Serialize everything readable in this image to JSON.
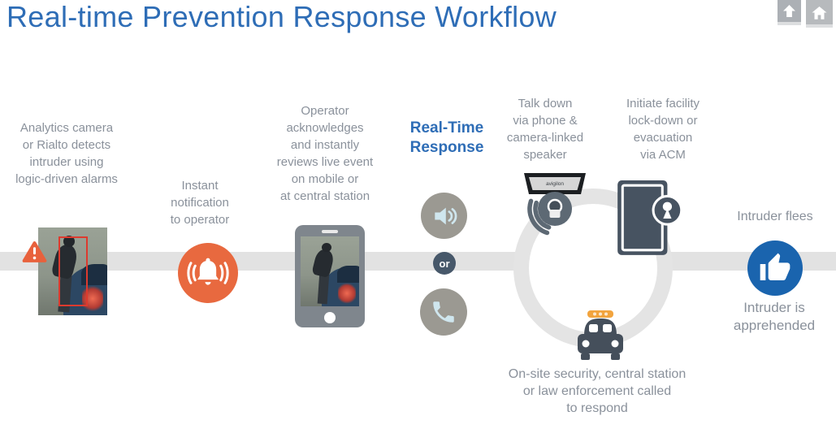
{
  "title": "Real-time Prevention Response Workflow",
  "toolbar": {
    "up_icon": "up-arrow",
    "home_icon": "home"
  },
  "steps": {
    "detect": {
      "text": "Analytics camera\nor Rialto detects\nintruder using\nlogic-driven alarms"
    },
    "notify": {
      "text": "Instant\nnotification\nto operator"
    },
    "review": {
      "text": "Operator\nacknowledges\nand instantly\nreviews live event\non mobile or\nat central station"
    },
    "response": {
      "heading": "Real-Time\nResponse",
      "or_label": "or"
    },
    "actions": {
      "talk_down": "Talk down\nvia phone &\ncamera-linked\nspeaker",
      "lock_down": "Initiate facility\nlock-down or\nevacuation\nvia ACM",
      "dispatch": "On-site security, central station\nor law enforcement called\nto respond"
    },
    "outcome": {
      "flees": "Intruder flees",
      "apprehended": "Intruder is\napprehended"
    }
  },
  "camera_label": "avigilon",
  "colors": {
    "title_blue": "#2e6db6",
    "accent_blue": "#1a64ae",
    "alert_orange": "#e8693f",
    "warning_orange": "#e8613c",
    "light_bar_amber": "#f2a43e",
    "slate": "#47545f",
    "warm_gray_circle": "#9b9992",
    "pale_blue_icon": "#cfe6ee",
    "text_gray": "#8a919b",
    "band_gray": "#e2e2e2",
    "bbox_red": "#dd3a2e"
  }
}
